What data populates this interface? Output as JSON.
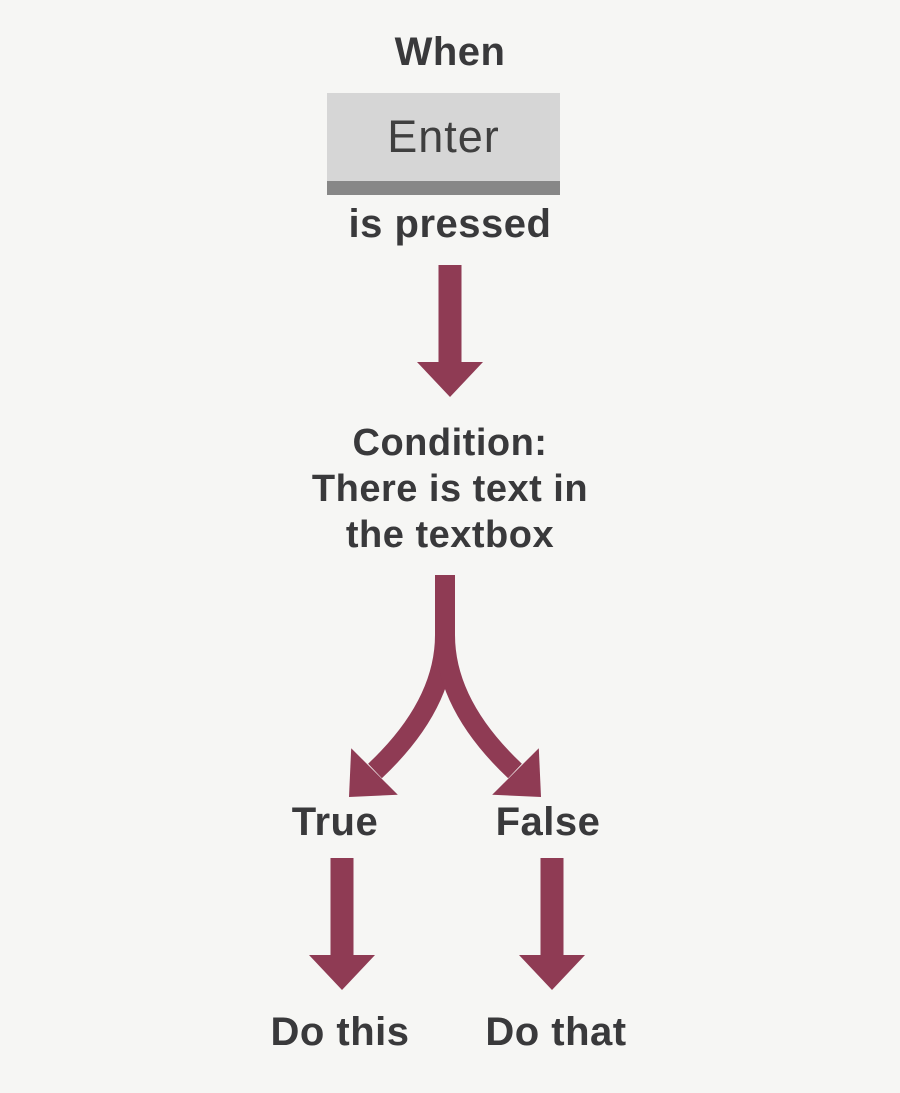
{
  "colors": {
    "background": "#f6f6f4",
    "arrow": "#8f3b54",
    "text": "#39393b",
    "key_face": "#d6d6d6",
    "key_edge": "#878787",
    "key_text": "#3f3f3f"
  },
  "trigger": {
    "when_label": "When",
    "key_label": "Enter",
    "pressed_label": "is pressed"
  },
  "condition": {
    "lines": [
      "Condition:",
      "There is text in",
      "the textbox"
    ]
  },
  "branches": {
    "true_branch": {
      "label": "True",
      "action": "Do this"
    },
    "false_branch": {
      "label": "False",
      "action": "Do that"
    }
  }
}
